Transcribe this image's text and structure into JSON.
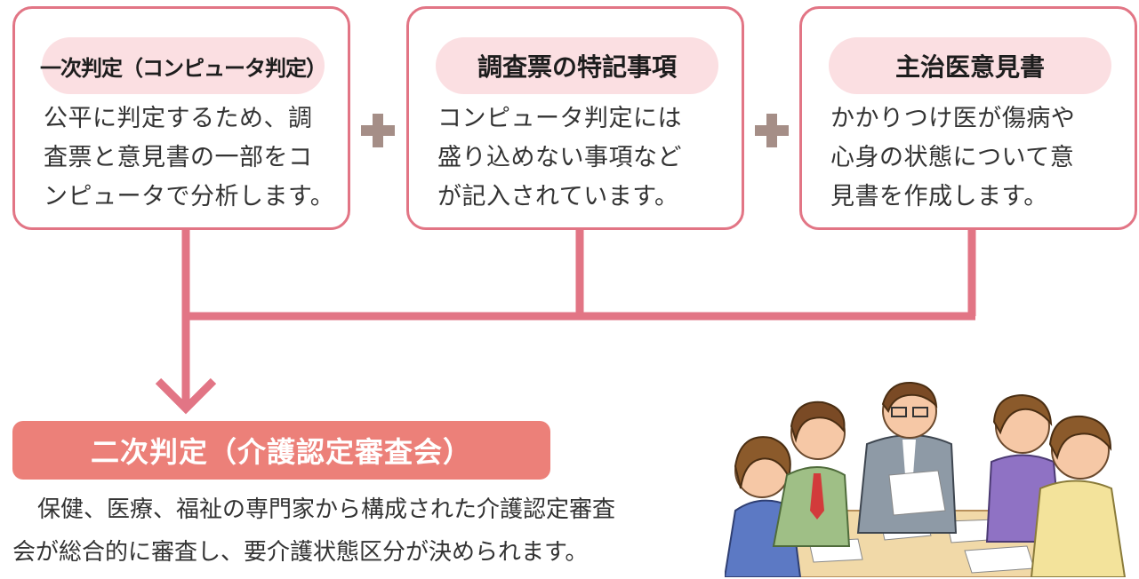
{
  "box1": {
    "title": "一次判定（コンピュータ判定）",
    "lines": [
      "公平に判定するため、調",
      "査票と意見書の一部をコ",
      "ンピュータで分析します。"
    ]
  },
  "box2": {
    "title": "調査票の特記事項",
    "lines": [
      "コンピュータ判定には",
      "盛り込めない事項など",
      "が記入されています。"
    ]
  },
  "box3": {
    "title": "主治医意見書",
    "lines": [
      "かかりつけ医が傷病や",
      "心身の状態について意",
      "見書を作成します。"
    ]
  },
  "result": {
    "title": "二次判定（介護認定審査会）",
    "lines": [
      "保健、医療、福祉の専門家から構成された介護認定審査",
      "会が総合的に審査し、要介護状態区分が決められます。"
    ]
  },
  "icons": [
    "plus-icon",
    "down-arrow-icon"
  ],
  "colors": {
    "border": "#e27585",
    "pill": "#fbdfe2",
    "banner": "#ec8079",
    "plus": "#a58e87"
  }
}
